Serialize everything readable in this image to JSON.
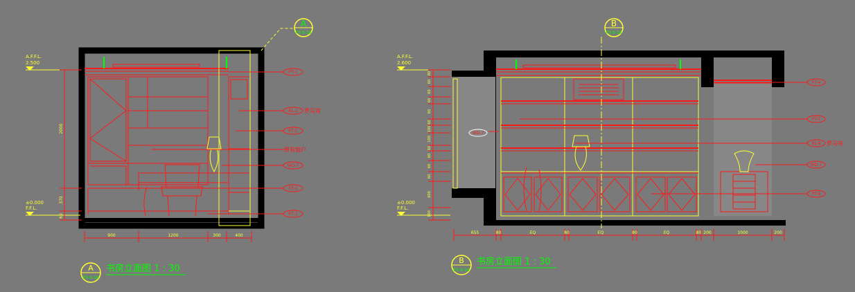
{
  "colors": {
    "background": "#7a7a7a",
    "wall": "#000000",
    "red": "#ff1a1a",
    "yellow": "#ffff33",
    "green": "#00ff00",
    "white": "#ffffff"
  },
  "drawing_a": {
    "marker_letter": "A",
    "marker_ref": "P3-9-16",
    "level_top": {
      "code": "A.F.F.L.",
      "value": "2.500"
    },
    "level_bottom": {
      "code": "±0.000",
      "sub": "F.F.L."
    },
    "height_dims": [
      "2000",
      "370",
      "60"
    ],
    "width_dims": [
      "900",
      "1200",
      "300",
      "400"
    ],
    "tags": [
      {
        "text": "PT-1",
        "note": ""
      },
      {
        "text": "BL-2",
        "note": "罗马帘"
      },
      {
        "text": "PT-1",
        "note": ""
      },
      {
        "text": "",
        "note": "原有窗户"
      },
      {
        "text": "WD-7",
        "note": ""
      },
      {
        "text": "ST-2",
        "note": ""
      },
      {
        "text": "PT-3",
        "note": ""
      }
    ],
    "title_letter": "A",
    "title_sub": "P3-9-16",
    "title": "书房立面图   1 : 30"
  },
  "drawing_b": {
    "marker_letter": "B",
    "marker_ref": "P3-9-16",
    "level_top": {
      "code": "A.F.F.L.",
      "value": "2.600"
    },
    "level_bottom": {
      "code": "±0.000",
      "sub": "F.F.L."
    },
    "height_dims": [
      "80",
      "60",
      "60",
      "60",
      "60",
      "60",
      "100",
      "100",
      "60",
      "60",
      "60",
      "60",
      "600",
      "100"
    ],
    "width_dims": [
      "655",
      "80",
      "EQ",
      "80",
      "EQ",
      "80",
      "EQ",
      "80",
      "200",
      "1000",
      "200"
    ],
    "tags_right": [
      {
        "text": "PT-4",
        "note": ""
      },
      {
        "text": "PT-5",
        "note": ""
      },
      {
        "text": "BL-8",
        "note": "罗马帘"
      },
      {
        "text": "WD-7",
        "note": ""
      },
      {
        "text": "PT-8",
        "note": ""
      }
    ],
    "tag_left": {
      "text": "WD-7"
    },
    "title_letter": "B",
    "title_sub": "P3-9-16",
    "title": "书房立面图   1 : 30"
  }
}
